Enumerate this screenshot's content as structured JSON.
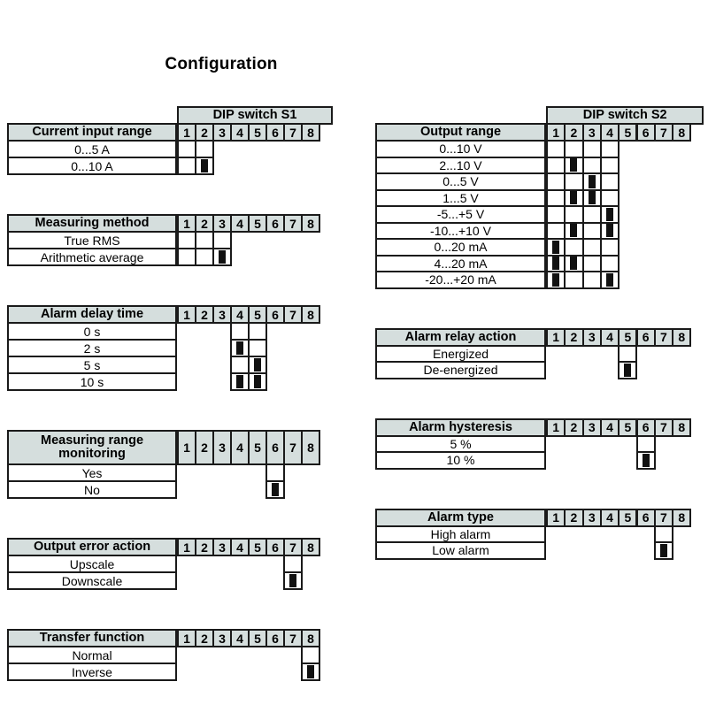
{
  "page": {
    "title": "Configuration",
    "accent_header_bg": "#d5dedd",
    "border_color": "#1a1a1a",
    "marker_color": "#111111"
  },
  "switch_numbers": [
    "1",
    "2",
    "3",
    "4",
    "5",
    "6",
    "7",
    "8"
  ],
  "groups": {
    "s1_label": "DIP switch S1",
    "s2_label": "DIP switch S2"
  },
  "left_tables": [
    {
      "id": "current-input-range",
      "group_label": "DIP switch S1",
      "show_group": true,
      "header": "Current input range",
      "used_columns": 2,
      "rows": [
        {
          "label": "0...5 A",
          "switches": []
        },
        {
          "label": "0...10 A",
          "switches": [
            2
          ]
        }
      ]
    },
    {
      "id": "measuring-method",
      "group_label": "",
      "show_group": false,
      "header": "Measuring method",
      "used_columns": 3,
      "rows": [
        {
          "label": "True RMS",
          "switches": []
        },
        {
          "label": "Arithmetic average",
          "switches": [
            3
          ]
        }
      ]
    },
    {
      "id": "alarm-delay-time",
      "group_label": "",
      "show_group": false,
      "header": "Alarm delay time",
      "used_columns": 5,
      "first_used_column": 4,
      "rows": [
        {
          "label": "0 s",
          "switches": []
        },
        {
          "label": "2 s",
          "switches": [
            4
          ]
        },
        {
          "label": "5 s",
          "switches": [
            5
          ]
        },
        {
          "label": "10 s",
          "switches": [
            4,
            5
          ]
        }
      ]
    },
    {
      "id": "measuring-range-monitoring",
      "group_label": "",
      "show_group": false,
      "header": "Measuring range monitoring",
      "used_columns": 6,
      "first_used_column": 6,
      "two_line_header": true,
      "rows": [
        {
          "label": "Yes",
          "switches": []
        },
        {
          "label": "No",
          "switches": [
            6
          ]
        }
      ]
    },
    {
      "id": "output-error-action",
      "group_label": "",
      "show_group": false,
      "header": "Output error action",
      "used_columns": 7,
      "first_used_column": 7,
      "rows": [
        {
          "label": "Upscale",
          "switches": []
        },
        {
          "label": "Downscale",
          "switches": [
            7
          ]
        }
      ]
    },
    {
      "id": "transfer-function",
      "group_label": "",
      "show_group": false,
      "header": "Transfer function",
      "used_columns": 8,
      "first_used_column": 8,
      "rows": [
        {
          "label": "Normal",
          "switches": []
        },
        {
          "label": "Inverse",
          "switches": [
            8
          ]
        }
      ]
    }
  ],
  "right_tables": [
    {
      "id": "output-range",
      "group_label": "DIP switch S2",
      "show_group": true,
      "header": "Output range",
      "used_columns": 4,
      "first_used_column": 1,
      "rows": [
        {
          "label": "0...10 V",
          "switches": []
        },
        {
          "label": "2...10 V",
          "switches": [
            2
          ]
        },
        {
          "label": "0...5 V",
          "switches": [
            3
          ]
        },
        {
          "label": "1...5 V",
          "switches": [
            2,
            3
          ]
        },
        {
          "label": "-5...+5 V",
          "switches": [
            4
          ]
        },
        {
          "label": "-10...+10 V",
          "switches": [
            2,
            4
          ]
        },
        {
          "label": "0...20 mA",
          "switches": [
            1
          ]
        },
        {
          "label": "4...20 mA",
          "switches": [
            1,
            2
          ]
        },
        {
          "label": "-20...+20 mA",
          "switches": [
            1,
            4
          ]
        }
      ]
    },
    {
      "id": "alarm-relay-action",
      "group_label": "",
      "show_group": false,
      "header": "Alarm relay action",
      "used_columns": 5,
      "first_used_column": 5,
      "rows": [
        {
          "label": "Energized",
          "switches": []
        },
        {
          "label": "De-energized",
          "switches": [
            5
          ]
        }
      ]
    },
    {
      "id": "alarm-hysteresis",
      "group_label": "",
      "show_group": false,
      "header": "Alarm hysteresis",
      "used_columns": 6,
      "first_used_column": 6,
      "rows": [
        {
          "label": "5 %",
          "switches": []
        },
        {
          "label": "10 %",
          "switches": [
            6
          ]
        }
      ]
    },
    {
      "id": "alarm-type",
      "group_label": "",
      "show_group": false,
      "header": "Alarm type",
      "used_columns": 7,
      "first_used_column": 7,
      "rows": [
        {
          "label": "High alarm",
          "switches": []
        },
        {
          "label": "Low alarm",
          "switches": [
            7
          ]
        }
      ]
    }
  ]
}
